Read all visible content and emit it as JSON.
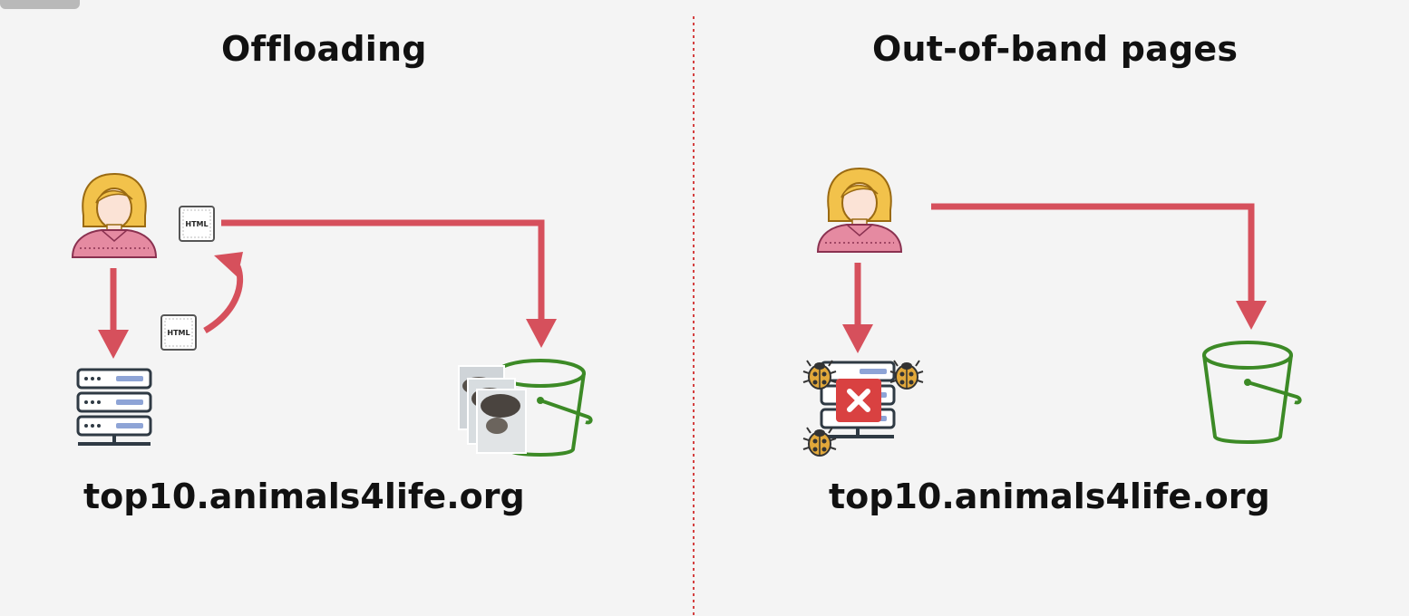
{
  "colors": {
    "arrow": "#d6505c",
    "bucket": "#3c8a26",
    "person_hair": "#f2c24b",
    "person_body": "#e58aa1",
    "server": "#2f3a44",
    "divider": "#d44040",
    "error_badge": "#d94141",
    "bug": "#e2a83a"
  },
  "left_panel": {
    "title": "Offloading",
    "domain": "top10.animals4life.org",
    "html_icon_label": "HTML",
    "icons": [
      "user-icon",
      "server-icon",
      "html-document-icon",
      "bucket-icon",
      "animal-photos-icon"
    ]
  },
  "right_panel": {
    "title": "Out-of-band pages",
    "domain": "top10.animals4life.org",
    "icons": [
      "user-icon",
      "failed-server-icon",
      "bug-icon",
      "bucket-icon"
    ]
  }
}
